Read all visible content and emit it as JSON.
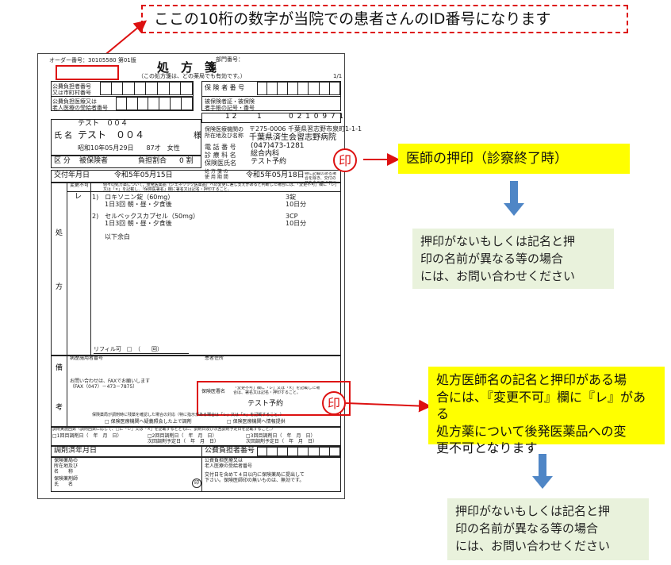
{
  "callout_top": "ここの10桁の数字が当院での患者さんのID番号になります",
  "form": {
    "order_no": "オーダー番号：30105580 第01版",
    "dept_no": "部門番号：",
    "title": "処　方　箋",
    "subtitle": "（この処方箋は、どの薬局でも有効です。）",
    "page": "1/1",
    "payer_no_label": "公費負担者番号",
    "municipal_no_label": "又は市町村番号",
    "recipient_label_1": "公費負担医療又は",
    "recipient_label_2": "老人医療の受給者番号",
    "insurer_label": "保 険 者 番 号",
    "insured_card_label_1": "被保険者証・被保険",
    "insured_card_label_2": "者手帳の記号・番号",
    "pref_code": "1 2",
    "table_code": "1",
    "inst_code": "0 2 1 0 9 7 1",
    "patient_label": "氏 名",
    "patient_name_kana": "テスト　００４",
    "patient_name": "テスト　００４",
    "honorific": "様",
    "birth": "昭和10年05月29日　　87才　女性",
    "inst_label_1": "保険医療機関の",
    "inst_label_2": "所在地及び名称",
    "inst_address": "〒275-0006 千葉県習志野市泉町1-1-1",
    "inst_name": "千葉県済生会習志野病院",
    "tel_label": "電 話 番 号",
    "tel": "(047)473-1281",
    "dept_label": "診 療 科 名",
    "dept": "総合内科",
    "doctor_label": "保険医氏名",
    "doctor": "テスト予約",
    "category_label": "区 分",
    "category": "被保険者",
    "burden_label": "負担割合",
    "burden": "0 割",
    "issue_label": "交付年月日",
    "issue_date": "令和5年05月15日",
    "valid_label_1": "処 方 箋 の",
    "valid_label_2": "使 用 期 間",
    "valid_date": "令和5年05月18日",
    "valid_note": "特に記載のある場合を除き、交付の日を含めて４日以内に保険薬局に提出すること。",
    "change_label": "変更不可",
    "change_note": "個々の処方薬について、後発医薬品（ジェネリック医薬品）への変更に差し支えがあると判断した場合には、「変更不可」欄に「レ」又は「×」を記載し、「保険医署名」欄に署名又は記名・押印すること。",
    "change_mark": "レ",
    "rx_label_1": "処",
    "rx_label_2": "方",
    "rx": [
      {
        "name": "1)　ロキソニン錠（60mg）",
        "dose": "1日3回 朝・昼・夕食後",
        "qty": "3錠",
        "days": "10日分"
      },
      {
        "name": "2)　セルベックスカプセル（50mg）",
        "dose": "1日3回 朝・昼・夕食後",
        "qty": "3CP",
        "days": "10日分"
      }
    ],
    "end": "以下余白",
    "refill": "リフィル可　□　（　　回）",
    "notes_label_1": "備",
    "notes_label_2": "考",
    "disease_no": "病歴施用者番号",
    "patient_address": "患者住所",
    "fax_note": "お問い合わせは、FAXでお願いします",
    "fax": "（FAX（047）－473－7875）",
    "sig_label": "保険医署名",
    "sig_note": "「変更不可」欄に「レ」又は「×」を記載した場合は、署名又は記名・押印すること。",
    "sig_name": "テスト予約",
    "stock_note": "保険薬局が調剤時に残薬を確認した場合の対応（特に指示がある場合は「レ」又は「×」を記載すること。）",
    "stock_opt1": "□ 保険医療機関へ疑義照会した上で調剤",
    "stock_opt2": "□ 保険医療機関へ情報提供",
    "refill_note": "調剤実施回数（調剤回数に応じて、□に「レ」又は「×」を記載するとともに、調剤日及び次回調剤予定日を記載すること。）",
    "refill_1": "□1回目調剤日（　年　月　日）",
    "refill_2": "□2回目調剤日（　年　月　日）",
    "refill_3": "□3回目調剤日（　年　月　日）",
    "next_1": "次回調剤予定日（　年　月　日）",
    "next_2": "次回調剤予定日（　年　月　日）",
    "dispense_label": "調剤済年月日",
    "payer2_label": "公費負担者番号",
    "pharmacy_label_1": "保険薬局の",
    "pharmacy_label_2": "所在地及び",
    "pharmacy_label_3": "名　　称",
    "pharmacist_label_1": "保険薬剤師",
    "pharmacist_label_2": "氏　　名",
    "recipient2_label_1": "公費負担医療又は",
    "recipient2_label_2": "老人医療の受給者番号",
    "footer_note_1": "交付日を含めて４日以内に保険薬局に提出して",
    "footer_note_2": "下さい。保険医師印の無いものは、無効です。",
    "seal_char": "印"
  },
  "stamp_char": "印",
  "doctor_seal_label": "医師の押印（診察終了時）",
  "info_1_lines": [
    "押印がないもしくは記名と押",
    "印の名前が異なる等の場合",
    "には、お問い合わせください"
  ],
  "yellow_2_lines": [
    "処方医師名の記名と押印がある場",
    "合には、『変更不可』欄に『レ』がある",
    "処方薬について後発医薬品への変",
    "更不可となります"
  ],
  "info_2_lines": [
    "押印がないもしくは記名と押",
    "印の名前が異なる等の場合",
    "には、お問い合わせください"
  ],
  "colors": {
    "accent_red": "#dd1111",
    "highlight_yellow": "#ffff00",
    "info_green": "#e9f2dc",
    "arrow_blue": "#4f86c6"
  }
}
